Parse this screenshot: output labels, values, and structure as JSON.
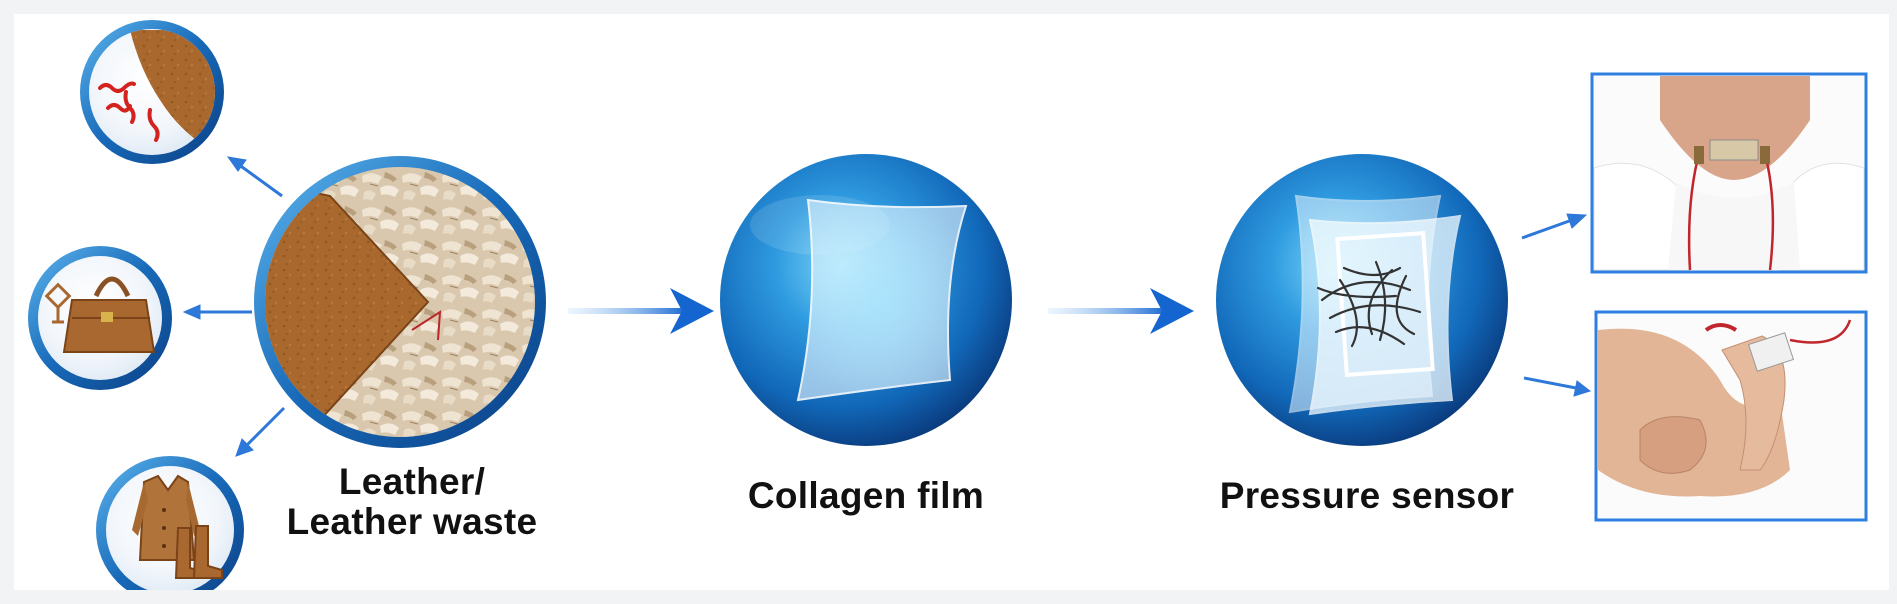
{
  "labels": {
    "leather_line1": "Leather/",
    "leather_line2": "Leather waste",
    "collagen": "Collagen film",
    "sensor": "Pressure sensor"
  },
  "icons": {
    "heat": "heat-leather-icon",
    "bag": "handbag-icon",
    "coat": "coat-boots-icon",
    "leather": "leather-waste-icon",
    "film": "collagen-film-icon",
    "sensor": "pressure-sensor-icon",
    "neck": "neck-sensor-photo",
    "finger": "finger-sensor-photo"
  },
  "colors": {
    "sphere_dark": "#0a3f85",
    "sphere_mid": "#1679c8",
    "sphere_light": "#6fd0f5",
    "ring": "#1769b8",
    "arrow": "#1c6fd6",
    "photo_border": "#2f7fe0",
    "leather": "#a8682f",
    "wire": "#c0262c"
  }
}
